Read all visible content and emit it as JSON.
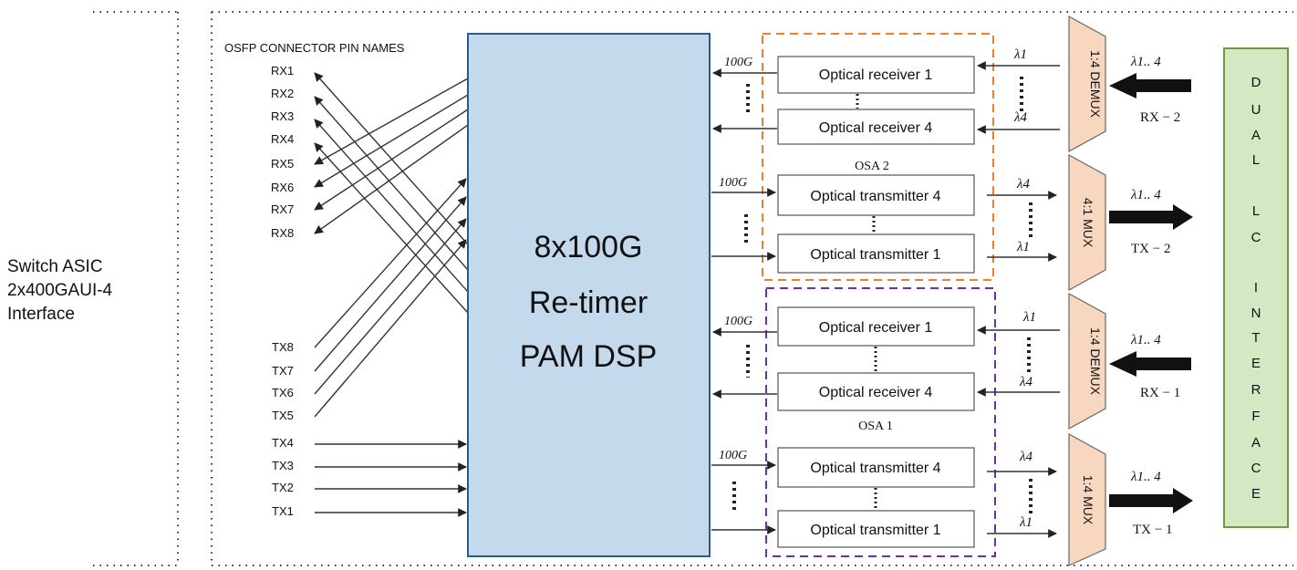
{
  "left_panel": {
    "lines": [
      "Switch ASIC",
      "2x400GAUI-4",
      "Interface"
    ]
  },
  "connector": {
    "title": "OSFP CONNECTOR PIN NAMES",
    "rx_pins": [
      "RX1",
      "RX2",
      "RX3",
      "RX4",
      "RX5",
      "RX6",
      "RX7",
      "RX8"
    ],
    "tx_pins": [
      "TX8",
      "TX7",
      "TX6",
      "TX5",
      "TX4",
      "TX3",
      "TX2",
      "TX1"
    ]
  },
  "dsp": {
    "lines": [
      "8x100G",
      "Re-timer",
      "PAM DSP"
    ],
    "fill": "#c5d9ec",
    "stroke": "#2f5a87"
  },
  "osa2": {
    "label": "OSA 2",
    "color": "#ed7d31",
    "rx": [
      "Optical receiver 1",
      "Optical receiver 4"
    ],
    "tx": [
      "Optical transmitter 4",
      "Optical transmitter 1"
    ]
  },
  "osa1": {
    "label": "OSA 1",
    "color": "#7030a0",
    "rx": [
      "Optical receiver 1",
      "Optical receiver 4"
    ],
    "tx": [
      "Optical transmitter 4",
      "Optical transmitter 1"
    ]
  },
  "rate_label": "100G",
  "lambda": {
    "l1": "λ1",
    "l4": "λ4",
    "range": "λ1.. 4"
  },
  "mux": {
    "fill": "#f8d7c0",
    "demux2": "1:4 DEMUX",
    "mux2": "4:1 MUX",
    "demux1": "1:4 DEMUX",
    "mux1": "1:4 MUX",
    "rx2": "RX − 2",
    "tx2": "TX − 2",
    "rx1": "RX − 1",
    "tx1": "TX − 1"
  },
  "lc": {
    "fill": "#d5e8c4",
    "stroke": "#6e9a3e",
    "letters": [
      "D",
      "U",
      "A",
      "L",
      "L",
      "C",
      "I",
      "N",
      "T",
      "E",
      "R",
      "F",
      "A",
      "C",
      "E"
    ]
  }
}
